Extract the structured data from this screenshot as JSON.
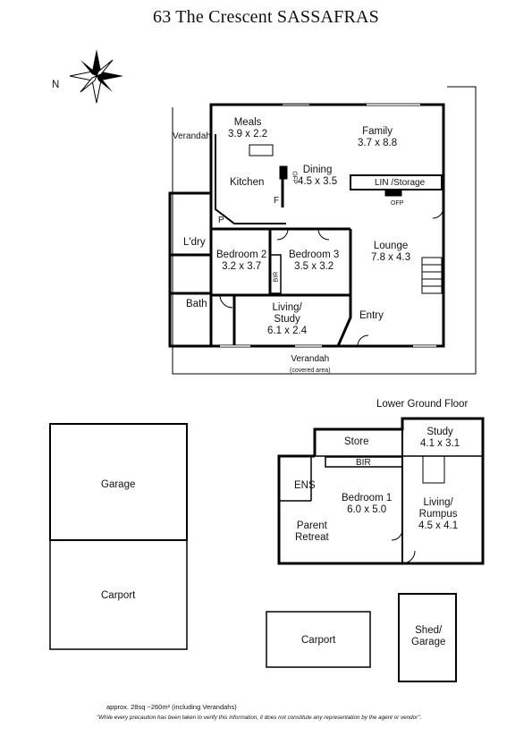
{
  "title": "63 The Crescent SASSAFRAS",
  "compass": {
    "north_label": "N"
  },
  "upper_floor": {
    "rooms": {
      "meals": {
        "name": "Meals",
        "dims": "3.9 x 2.2"
      },
      "family": {
        "name": "Family",
        "dims": "3.7 x 8.8"
      },
      "verandah_side": {
        "name": "Verandah"
      },
      "dining": {
        "name": "Dining",
        "dims": "4.5 x 3.5"
      },
      "kitchen": {
        "name": "Kitchen"
      },
      "lin_storage": {
        "name": "LIN /Storage"
      },
      "ofp_1": {
        "name": "OFP"
      },
      "ofp_2": {
        "name": "OFP"
      },
      "f": {
        "name": "F"
      },
      "p": {
        "name": "P"
      },
      "laundry": {
        "name": "L'dry"
      },
      "bedroom2": {
        "name": "Bedroom 2",
        "dims": "3.2 x 3.7"
      },
      "bedroom3": {
        "name": "Bedroom 3",
        "dims": "3.5 x 3.2"
      },
      "lounge": {
        "name": "Lounge",
        "dims": "7.8 x 4.3"
      },
      "bir": {
        "name": "BIR"
      },
      "bath": {
        "name": "Bath"
      },
      "living_study": {
        "name": "Living/",
        "name2": "Study",
        "dims": "6.1 x 2.4"
      },
      "entry": {
        "name": "Entry"
      },
      "verandah_front": {
        "name": "Verandah",
        "sub": "(covered area)"
      }
    }
  },
  "lower_floor": {
    "heading": "Lower Ground Floor",
    "rooms": {
      "store": {
        "name": "Store"
      },
      "study": {
        "name": "Study",
        "dims": "4.1 x 3.1"
      },
      "bir": {
        "name": "BIR"
      },
      "ens": {
        "name": "ENS"
      },
      "bedroom1": {
        "name": "Bedroom 1",
        "dims": "6.0 x 5.0"
      },
      "living_rumpus": {
        "name": "Living/",
        "name2": "Rumpus",
        "dims": "4.5 x 4.1"
      },
      "parent_retreat": {
        "name": "Parent",
        "name2": "Retreat"
      }
    }
  },
  "outbuildings": {
    "garage": {
      "name": "Garage"
    },
    "carport_left": {
      "name": "Carport"
    },
    "carport_mid": {
      "name": "Carport"
    },
    "shed": {
      "name": "Shed/",
      "name2": "Garage"
    }
  },
  "footer": {
    "area": "approx. 28sq ~260m² (including Verandahs)",
    "disclaimer": "\"While every precaution has been taken to verify this information, it does not constitute any representation by the agent or vendor\"."
  }
}
